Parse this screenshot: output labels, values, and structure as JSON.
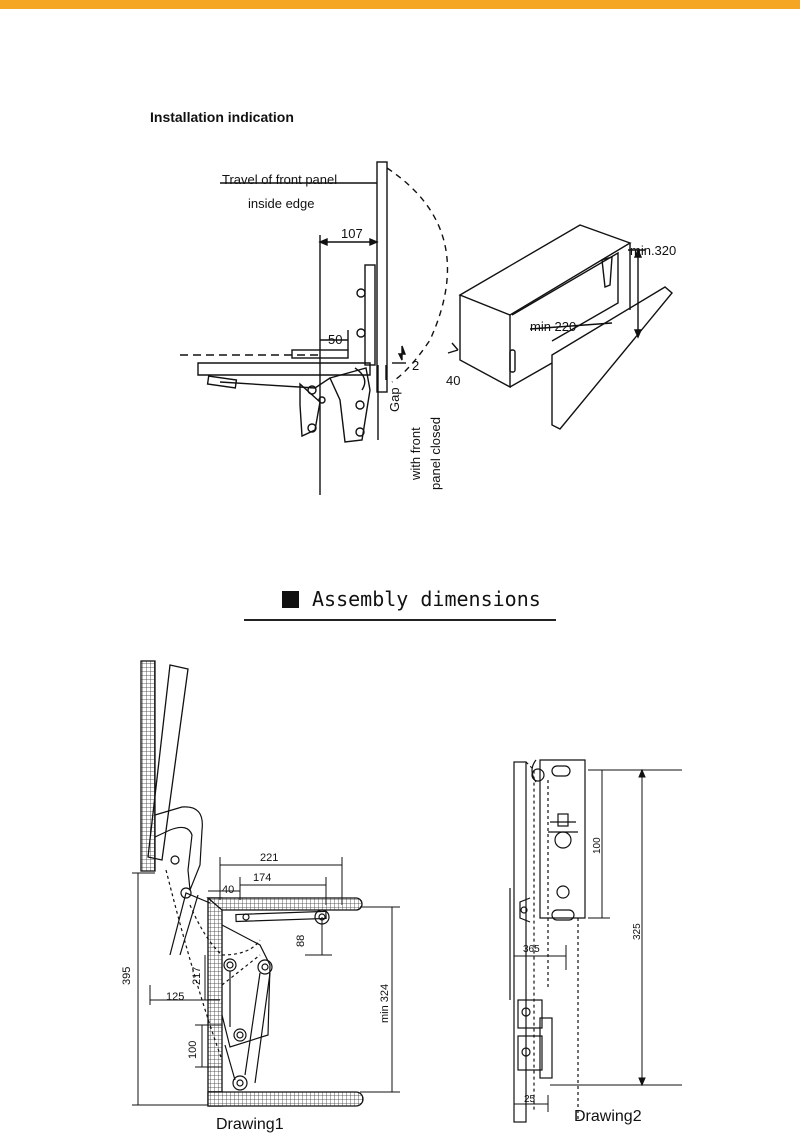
{
  "page": {
    "accent_color": "#f5a623"
  },
  "installation": {
    "title": "Installation indication",
    "labels": {
      "travel_line1": "Travel of front panel",
      "travel_line2": "inside edge",
      "dim_107": "107",
      "dim_50": "50",
      "dim_2": "2",
      "gap": "Gap",
      "with_front": "with front",
      "panel_closed": "panel closed",
      "min320": "min.320",
      "min220": "min 220",
      "dim_40": "40"
    }
  },
  "assembly": {
    "heading": "Assembly dimensions",
    "drawing1": {
      "caption": "Drawing1",
      "dims": {
        "d221": "221",
        "d174": "174",
        "d40": "40",
        "d88": "88",
        "d395": "395",
        "d217": "217",
        "d125": "125",
        "min324": "min 324",
        "d100": "100"
      }
    },
    "drawing2": {
      "caption": "Drawing2",
      "dims": {
        "d100": "100",
        "d325": "325",
        "d365": "365",
        "d25": "25"
      }
    }
  }
}
